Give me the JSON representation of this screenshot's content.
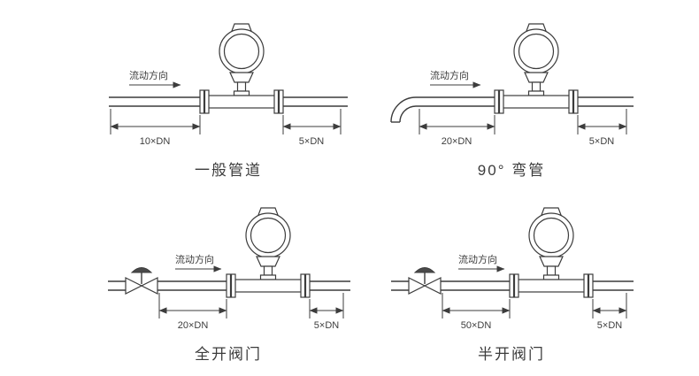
{
  "figure": {
    "name": "flow-meter-installation-requirements",
    "colors": {
      "line": "#3c3c3c",
      "text": "#3c3c3c",
      "background": "#ffffff"
    }
  },
  "diagrams": [
    {
      "id": "straight-pipe",
      "title": "一般管道",
      "flow_label": "流动方向",
      "upstream_label": "10×DN",
      "downstream_label": "5×DN",
      "upstream_symbol": "straight-pipe"
    },
    {
      "id": "elbow-90",
      "title": "90° 弯管",
      "flow_label": "流动方向",
      "upstream_label": "20×DN",
      "downstream_label": "5×DN",
      "upstream_symbol": "90-degree-elbow"
    },
    {
      "id": "valve-full-open",
      "title": "全开阀门",
      "flow_label": "流动方向",
      "upstream_label": "20×DN",
      "downstream_label": "5×DN",
      "upstream_symbol": "valve"
    },
    {
      "id": "valve-half-open",
      "title": "半开阀门",
      "flow_label": "流动方向",
      "upstream_label": "50×DN",
      "downstream_label": "5×DN",
      "upstream_symbol": "valve"
    }
  ]
}
